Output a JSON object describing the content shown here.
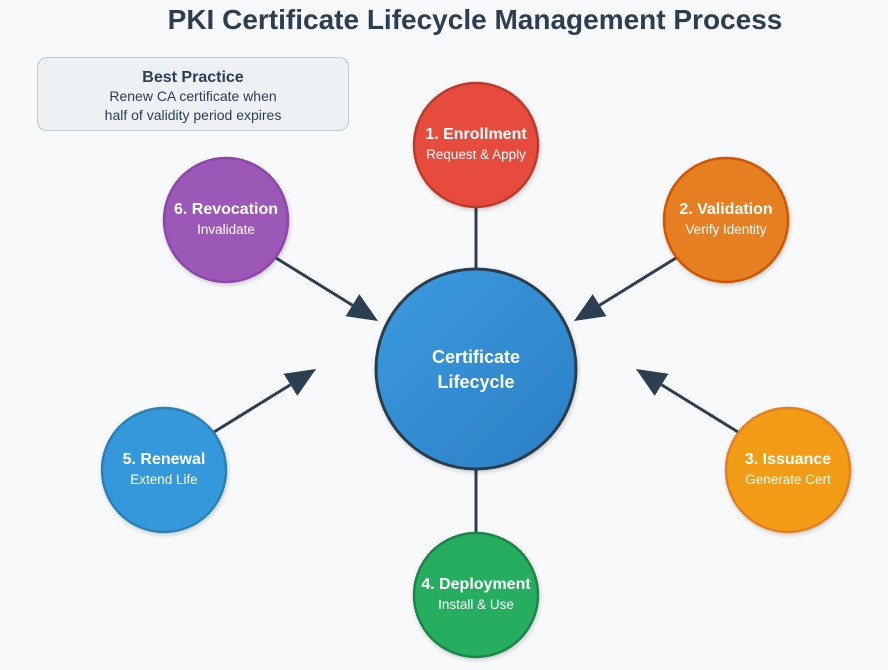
{
  "title": "PKI Certificate Lifecycle Management Process",
  "note": {
    "title": "Best Practice",
    "line1": "Renew CA certificate when",
    "line2": "half of validity period expires"
  },
  "center": {
    "line1": "Certificate",
    "line2": "Lifecycle",
    "color": "#3b8fd4"
  },
  "steps": [
    {
      "title": "1. Enrollment",
      "subtitle": "Request & Apply",
      "color": "#e74c3c",
      "stroke": "#c0392b"
    },
    {
      "title": "2. Validation",
      "subtitle": "Verify Identity",
      "color": "#e67e22",
      "stroke": "#d35400"
    },
    {
      "title": "3. Issuance",
      "subtitle": "Generate Cert",
      "color": "#f39c12",
      "stroke": "#e67e22"
    },
    {
      "title": "4. Deployment",
      "subtitle": "Install & Use",
      "color": "#27ae60",
      "stroke": "#1e8449"
    },
    {
      "title": "5. Renewal",
      "subtitle": "Extend Life",
      "color": "#3498db",
      "stroke": "#2980b9"
    },
    {
      "title": "6. Revocation",
      "subtitle": "Invalidate",
      "color": "#9b59b6",
      "stroke": "#8e44ad"
    }
  ],
  "arrow_color": "#2c3e50"
}
